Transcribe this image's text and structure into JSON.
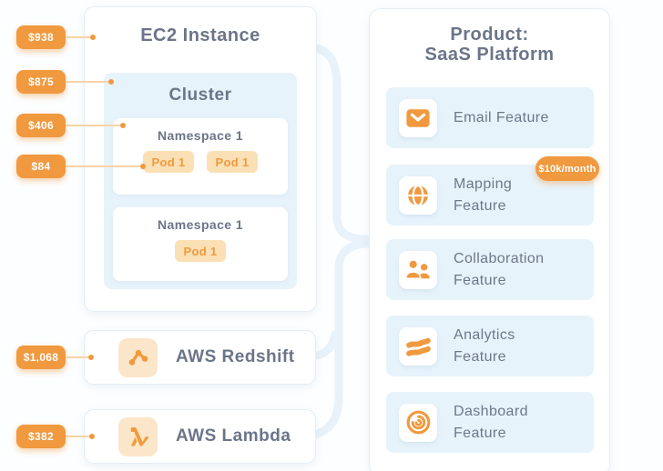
{
  "palette": {
    "accent_orange": "#f0993f",
    "light_orange": "#fce6c9",
    "pod_orange": "#fbdfb5",
    "light_blue": "#e7f3fb",
    "text_gray_blue": "#6b7589",
    "connector_blue": "#e7f2fa"
  },
  "cost_tags": [
    {
      "label": "$938",
      "target": "ec2-instance"
    },
    {
      "label": "$875",
      "target": "cluster"
    },
    {
      "label": "$406",
      "target": "namespace-1"
    },
    {
      "label": "$84",
      "target": "pod-1"
    },
    {
      "label": "$1,068",
      "target": "aws-redshift"
    },
    {
      "label": "$382",
      "target": "aws-lambda"
    }
  ],
  "ec2": {
    "title": "EC2 Instance",
    "cluster": {
      "title": "Cluster",
      "namespaces": [
        {
          "title": "Namespace 1",
          "pods": [
            "Pod 1",
            "Pod 1"
          ]
        },
        {
          "title": "Namespace 1",
          "pods": [
            "Pod 1"
          ]
        }
      ]
    }
  },
  "services": [
    {
      "name": "AWS Redshift",
      "icon": "redshift-nodes-icon"
    },
    {
      "name": "AWS Lambda",
      "icon": "lambda-icon"
    }
  ],
  "product": {
    "title_line1": "Product:",
    "title_line2": "SaaS Platform",
    "price_badge": "$10k/month",
    "features": [
      {
        "label": "Email Feature",
        "line1": "Email Feature",
        "line2": "",
        "icon": "email-icon"
      },
      {
        "label": "Mapping Feature",
        "line1": "Mapping",
        "line2": "Feature",
        "icon": "globe-icon"
      },
      {
        "label": "Collaboration Feature",
        "line1": "Collaboration",
        "line2": "Feature",
        "icon": "collaboration-icon"
      },
      {
        "label": "Analytics Feature",
        "line1": "Analytics",
        "line2": "Feature",
        "icon": "analytics-icon"
      },
      {
        "label": "Dashboard Feature",
        "line1": "Dashboard",
        "line2": "Feature",
        "icon": "dashboard-icon"
      }
    ]
  }
}
